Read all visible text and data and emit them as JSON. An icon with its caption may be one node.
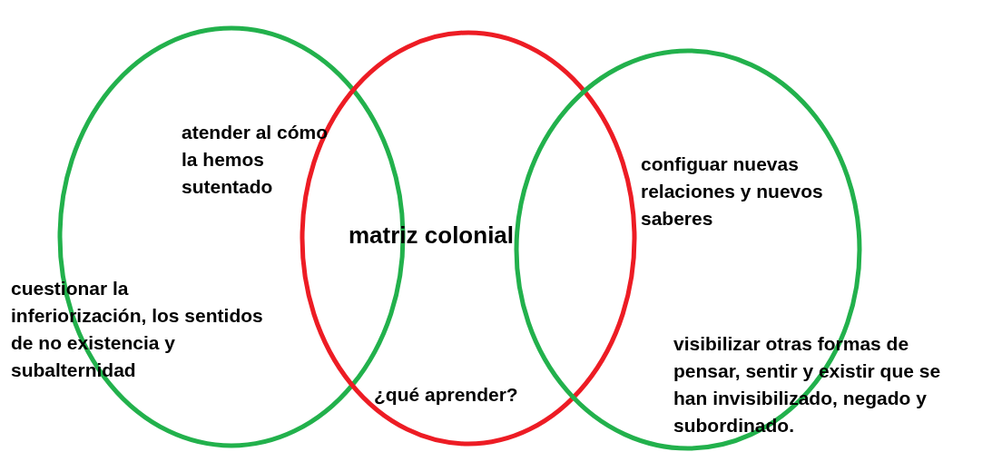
{
  "diagram": {
    "nodes": [
      {
        "text": [
          "atender al cómo la hemos sutentado",
          "cuestionar la inferiorización, los sentidos de no existencia y subalternidad"
        ]
      },
      {
        "text": [
          "matriz colonial",
          "¿qué aprender?"
        ]
      },
      {
        "text": [
          "configuar nuevas relaciones y nuevos saberes",
          "visibilizar otras formas de pensar, sentir y existir que se han invisibilizado, negado y subordinado."
        ]
      }
    ]
  }
}
